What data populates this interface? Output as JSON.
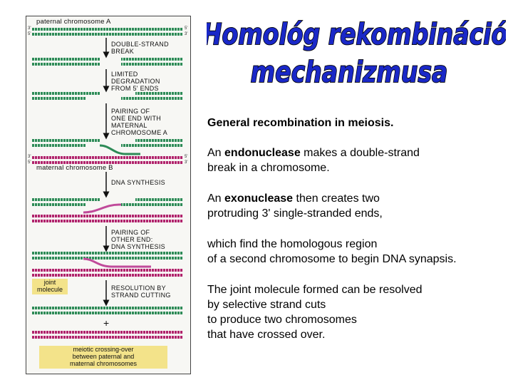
{
  "title": {
    "line1": "Homológ rekombináció",
    "line2": "mechanizmusa"
  },
  "figure": {
    "paternal_label": "paternal chromosome A",
    "maternal_label": "maternal chromosome B",
    "end5": "5'",
    "end3": "3'",
    "steps": {
      "dsb_1": "DOUBLE-STRAND",
      "dsb_2": "BREAK",
      "deg_1": "LIMITED",
      "deg_2": "DEGRADATION",
      "deg_3": "FROM 5' ENDS",
      "pair_1": "PAIRING OF",
      "pair_2": "ONE END WITH",
      "pair_3": "MATERNAL",
      "pair_4": "CHROMOSOME A",
      "syn_1": "DNA SYNTHESIS",
      "pair2_1": "PAIRING OF",
      "pair2_2": "OTHER END:",
      "pair2_3": "DNA SYNTHESIS",
      "res_1": "RESOLUTION BY",
      "res_2": "STRAND CUTTING"
    },
    "joint_1": "joint",
    "joint_2": "molecule",
    "plus": "+",
    "cross_1": "meiotic crossing-over",
    "cross_2": "between paternal and",
    "cross_3": "maternal chromosomes"
  },
  "text": {
    "heading": "General recombination in meiosis.",
    "p1_a": "An ",
    "p1_kw": "endonuclease",
    "p1_b": " makes a double-strand",
    "p1_c": "break in a chromosome.",
    "p2_a": "An ",
    "p2_kw": "exonuclease",
    "p2_b": " then creates two",
    "p2_c": "protruding 3' single-stranded ends,",
    "p3_a": "which find the homologous region",
    "p3_b": "of a second chromosome to begin DNA synapsis.",
    "p4_a": "The joint molecule formed can be resolved",
    "p4_b": "by selective strand cuts",
    "p4_c": "to produce two chromosomes",
    "p4_d": "that have crossed over."
  },
  "colors": {
    "title_fill": "#1a28c8",
    "paternal": "#2e8b57",
    "maternal": "#b0236b",
    "highlight": "#f3e38a"
  }
}
